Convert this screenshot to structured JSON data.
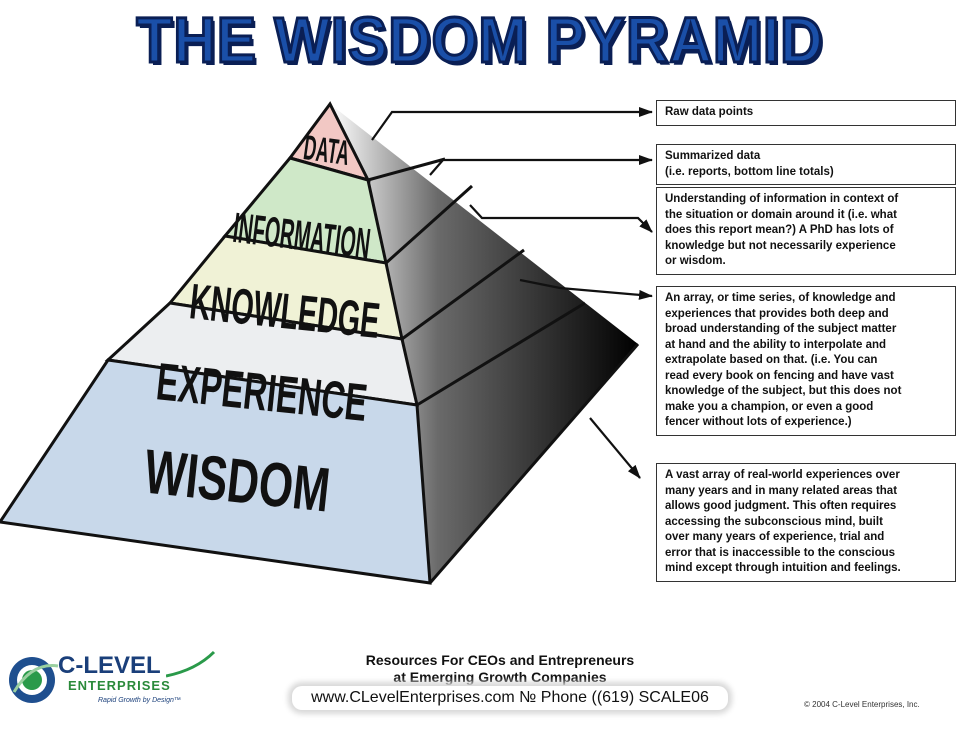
{
  "title": "THE WISDOM PYRAMID",
  "levels": [
    {
      "label": "DATA",
      "fill": "#f2c8c4",
      "description": [
        "Raw data points"
      ]
    },
    {
      "label": "INFORMATION",
      "fill": "#cfe8c8",
      "description": [
        "Summarized data",
        "(i.e. reports, bottom line totals)"
      ]
    },
    {
      "label": "KNOWLEDGE",
      "fill": "#f0f2d6",
      "description": [
        "Understanding of information in context of",
        "the situation or domain around it (i.e. what",
        "does this report mean?) A PhD has lots of",
        "knowledge but not necessarily experience",
        "or wisdom."
      ]
    },
    {
      "label": "EXPERIENCE",
      "fill": "#eceef0",
      "description": [
        "An array, or time series, of knowledge and",
        "experiences that provides both deep and",
        "broad understanding of the subject matter",
        "at hand and the ability to interpolate and",
        "extrapolate based on that. (i.e. You can",
        "read every book on fencing and have vast",
        "knowledge of the subject, but this does not",
        "make you a champion, or even a good",
        "fencer without lots of experience.)"
      ]
    },
    {
      "label": "WISDOM",
      "fill": "#c8d8ea",
      "description": [
        "A vast array of real-world experiences over",
        "many years and in many related areas that",
        "allows good judgment. This often requires",
        "accessing the subconscious mind, built",
        "over many years of experience, trial and",
        "error that is inaccessible to the conscious",
        "mind except through intuition and feelings."
      ]
    }
  ],
  "footer": {
    "line1": "Resources For CEOs and Entrepreneurs",
    "line2": "at Emerging Growth Companies",
    "web": "www.CLevelEnterprises.com № Phone ((619) SCALE06",
    "copyright": "© 2004 C-Level Enterprises, Inc."
  },
  "logo": {
    "name": "C-LEVEL",
    "sub": "ENTERPRISES",
    "tagline": "Rapid Growth by Design™"
  }
}
